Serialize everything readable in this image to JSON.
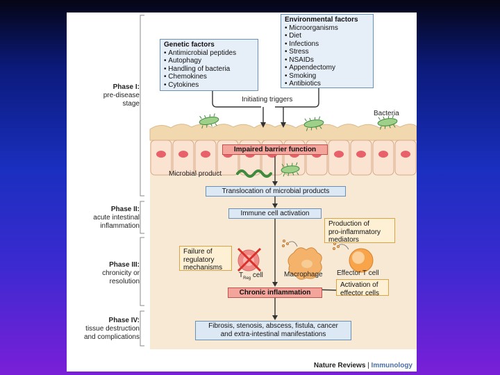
{
  "phases": [
    {
      "title": "Phase I:",
      "desc": [
        "pre-disease",
        "stage"
      ]
    },
    {
      "title": "Phase II:",
      "desc": [
        "acute intestinal",
        "inflammation"
      ]
    },
    {
      "title": "Phase III:",
      "desc": [
        "chronicity or",
        "resolution"
      ]
    },
    {
      "title": "Phase IV:",
      "desc": [
        "tissue destruction",
        "and complications"
      ]
    }
  ],
  "genetic": {
    "title": "Genetic factors",
    "items": [
      "Antimicrobial peptides",
      "Autophagy",
      "Handling of bacteria",
      "Chemokines",
      "Cytokines"
    ]
  },
  "environmental": {
    "title": "Environmental factors",
    "items": [
      "Microorganisms",
      "Diet",
      "Infections",
      "Stress",
      "NSAIDs",
      "Appendectomy",
      "Smoking",
      "Antibiotics"
    ]
  },
  "labels": {
    "initiating": "Initiating triggers",
    "bacteria": "Bacteria",
    "barrier": "Impaired barrier function",
    "microbial_product": "Microbial product",
    "translocation": "Translocation of microbial products",
    "immune": "Immune cell activation",
    "production": [
      "Production of",
      "pro-inflammatory",
      "mediators"
    ],
    "failure": [
      "Failure of",
      "regulatory",
      "mechanisms"
    ],
    "treg_t": "T",
    "treg_sub": "Reg",
    "treg_cell": " cell",
    "macrophage": "Macrophage",
    "effector": "Effector T cell",
    "activation": [
      "Activation of",
      "effector cells"
    ],
    "chronic": "Chronic inflammation",
    "outcome": [
      "Fibrosis, stenosis, abscess, fistula, cancer",
      "and extra-intestinal manifestations"
    ]
  },
  "footer": {
    "journal": "Nature Reviews",
    "sep": " | ",
    "section": "Immunology"
  },
  "colors": {
    "tissue": "#f7e7cc",
    "cell": "#fbe3d2",
    "nucleus": "#e8606a",
    "bacteria": "#5aaa52",
    "arrow": "#333333"
  }
}
